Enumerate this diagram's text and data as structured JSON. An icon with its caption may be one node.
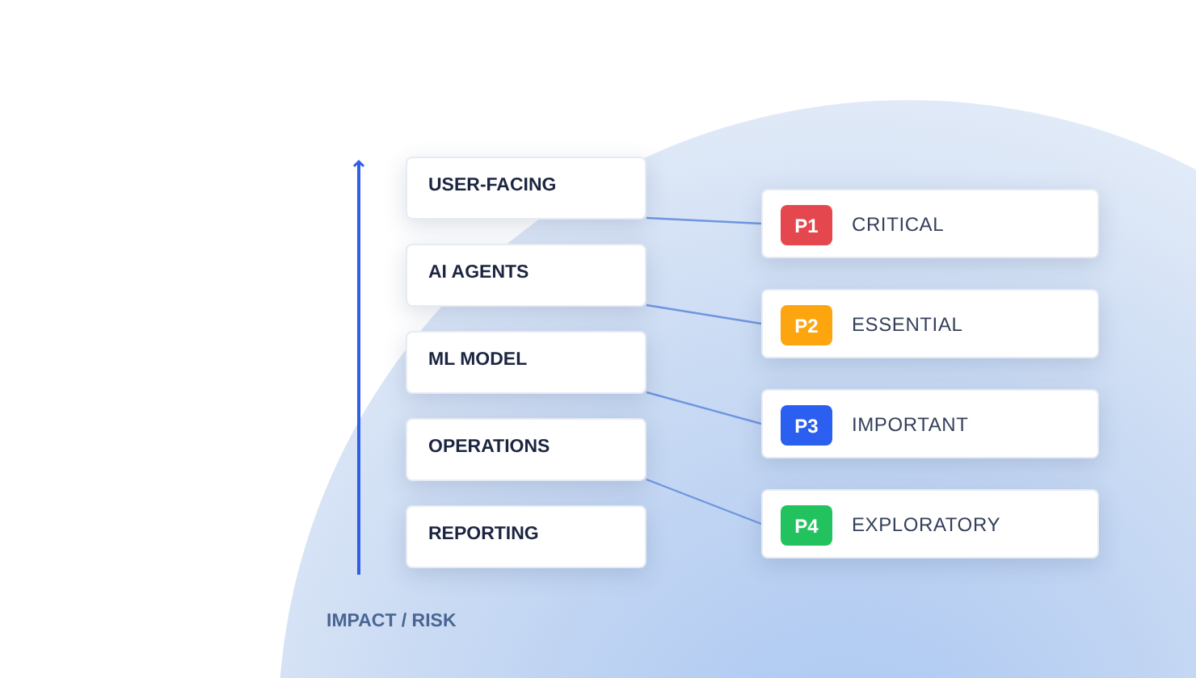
{
  "diagram": {
    "nodes": [
      {
        "text": [
          "USER-FACING"
        ]
      },
      {
        "text": [
          "AI AGENTS"
        ]
      },
      {
        "text": [
          "ML MODEL"
        ]
      },
      {
        "text": [
          "OPERATIONS"
        ]
      },
      {
        "text": [
          "REPORTING"
        ]
      },
      {
        "text": [
          "CRITICAL"
        ]
      },
      {
        "text": [
          "P1"
        ],
        "in": 5
      },
      {
        "text": [
          "ESSENTIAL"
        ]
      },
      {
        "text": [
          "P2"
        ],
        "in": 7
      },
      {
        "text": [
          "IMPORTANT"
        ]
      },
      {
        "text": [
          "P3"
        ],
        "in": 9
      },
      {
        "text": [
          "EXPLORATORY"
        ]
      },
      {
        "text": [
          "P4"
        ],
        "in": 11
      }
    ],
    "edges": [
      {
        "from": 0,
        "to": 5,
        "arrow": "none"
      },
      {
        "from": 1,
        "to": 7,
        "arrow": "none"
      },
      {
        "from": 2,
        "to": 9,
        "arrow": "none"
      },
      {
        "from": 3,
        "to": 11,
        "arrow": "none"
      }
    ],
    "labels": [
      "IMPACT / RISK"
    ]
  }
}
